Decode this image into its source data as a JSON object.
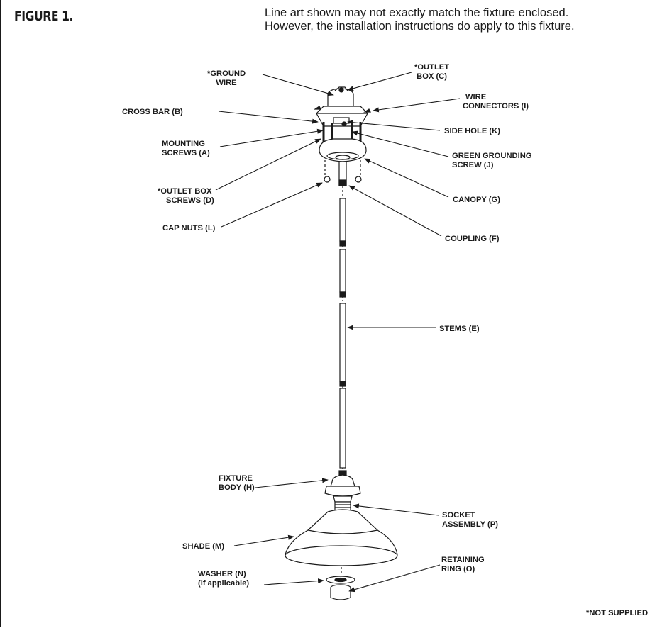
{
  "figure_title": "FIGURE 1.",
  "note_lines": [
    "Line art shown may not exactly match the fixture enclosed.",
    "However, the installation instructions do apply to this fixture."
  ],
  "labels": {
    "ground_wire": [
      "*GROUND",
      "WIRE"
    ],
    "outlet_box": [
      "*OUTLET",
      "BOX (C)"
    ],
    "wire_connectors": [
      "WIRE",
      "CONNECTORS (I)"
    ],
    "cross_bar": [
      "CROSS BAR (B)"
    ],
    "side_hole": [
      "SIDE HOLE (K)"
    ],
    "mounting_screws": [
      "MOUNTING",
      "SCREWS (A)"
    ],
    "green_grounding_screw": [
      "GREEN GROUNDING",
      "SCREW (J)"
    ],
    "outlet_box_screws": [
      "*OUTLET BOX",
      "SCREWS (D)"
    ],
    "canopy": [
      "CANOPY (G)"
    ],
    "cap_nuts": [
      "CAP NUTS (L)"
    ],
    "coupling": [
      "COUPLING (F)"
    ],
    "stems": [
      "STEMS (E)"
    ],
    "fixture_body": [
      "FIXTURE",
      "BODY (H)"
    ],
    "socket_assembly": [
      "SOCKET",
      "ASSEMBLY (P)"
    ],
    "shade": [
      "SHADE (M)"
    ],
    "retaining_ring": [
      "RETAINING",
      "RING (O)"
    ],
    "washer": [
      "WASHER (N)",
      "(if applicable)"
    ]
  },
  "footnote": "*NOT SUPPLIED",
  "colors": {
    "ink": "#1a1a1a",
    "paper": "#ffffff"
  }
}
